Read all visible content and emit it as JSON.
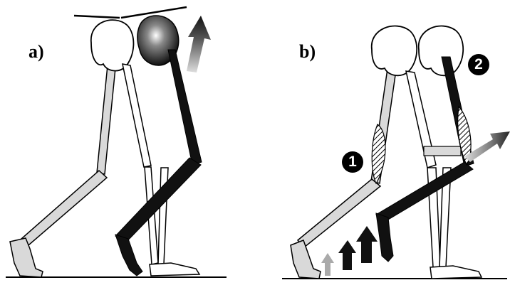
{
  "panels": {
    "a": {
      "label": "a)"
    },
    "b": {
      "label": "b)"
    }
  },
  "badges": {
    "first": "1",
    "second": "2"
  },
  "colors": {
    "stroke": "#000000",
    "light_leg_fill": "#d9d9d9",
    "white_leg_fill": "#ffffff",
    "dark_leg_fill": "#111111",
    "hip_shading": "#222222",
    "arrow_dark": "#111111",
    "arrow_faded": "#aaaaaa"
  },
  "icons": [
    "up-arrow-icon",
    "right-arrow-icon",
    "numbered-badge-icon"
  ]
}
